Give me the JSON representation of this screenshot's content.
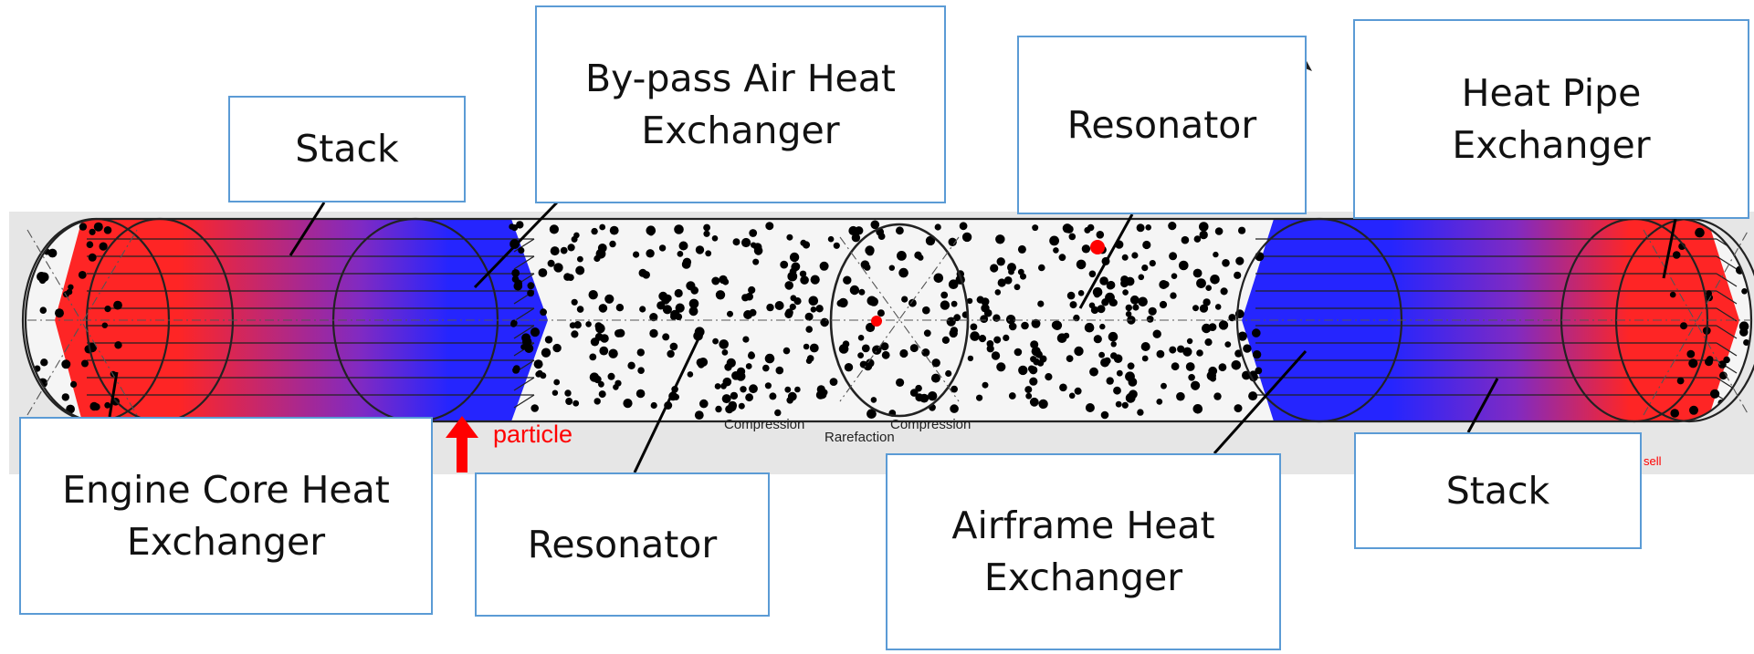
{
  "diagram": {
    "labels": {
      "stack_left": "Stack",
      "bypass_hx": "By-pass Air Heat Exchanger",
      "resonator_top": "Resonator",
      "heat_pipe_hx": "Heat Pipe Exchanger",
      "engine_core_hx": "Engine Core Heat Exchanger",
      "resonator_bottom": "Resonator",
      "airframe_hx": "Airframe Heat Exchanger",
      "stack_right": "Stack"
    },
    "figure_text": {
      "particle": "particle",
      "compression_1": "Compression",
      "compression_2": "Compression",
      "rarefaction": "Rarefaction",
      "credit_fragment": "sell"
    },
    "colors": {
      "hot": "#ff1a1a",
      "cold": "#1a1aff",
      "particle": "#000000",
      "highlight_particle": "#ff0000",
      "box_border": "#5b9bd5",
      "figure_background": "#e6e6e6"
    }
  }
}
